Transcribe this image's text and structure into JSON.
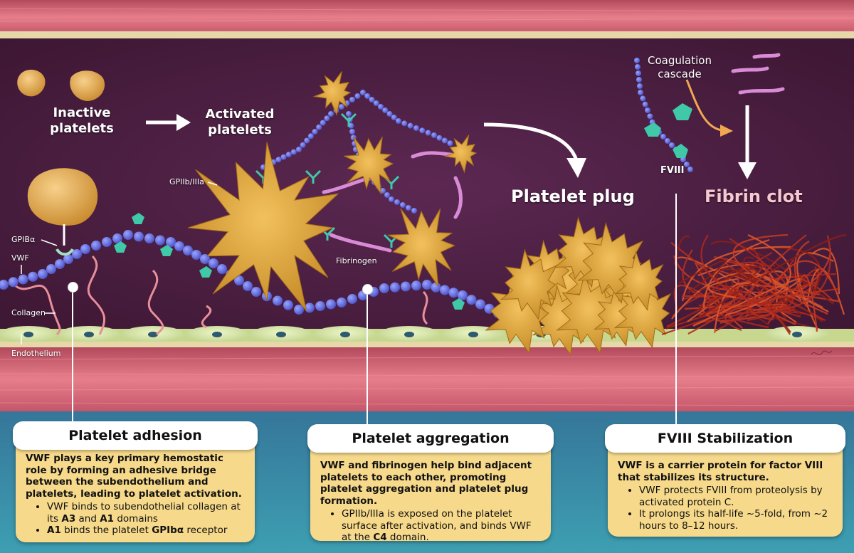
{
  "labels": {
    "inactive": "Inactive\nplatelets",
    "activated": "Activated\nplatelets",
    "coagulation": "Coagulation\ncascade",
    "gpiib": "GPIIb/IIIa",
    "gpib": "GPIBα",
    "vwf": "VWF",
    "collagen": "Collagen",
    "endothelium": "Endothelium",
    "fibrinogen": "Fibrinogen",
    "fviii": "FVIII",
    "plug": "Platelet plug",
    "fibrin": "Fibrin clot"
  },
  "panels": {
    "adhesion": {
      "title": "Platelet adhesion",
      "lead": "VWF plays a key primary hemostatic role by forming an adhesive bridge between the subendothelium and platelets, leading to platelet activation.",
      "b1_pre": "VWF binds to subendothelial collagen at its ",
      "b1_a3": "A3",
      "b1_and": " and ",
      "b1_a1": "A1",
      "b1_post": " domains",
      "b2_a1": "A1",
      "b2_mid": " binds the platelet ",
      "b2_gp": "GPIbα",
      "b2_post": " receptor"
    },
    "aggregation": {
      "title": "Platelet aggregation",
      "lead": "VWF and fibrinogen help bind adjacent platelets to each other, promoting platelet aggregation and platelet plug formation.",
      "b1_pre": "GPIIb/IIIa is exposed on the platelet surface after activation, and binds VWF at the ",
      "b1_c4": "C4",
      "b1_post": " domain."
    },
    "stabilization": {
      "title": "FVIII Stabilization",
      "lead": "VWF is a carrier protein for factor VIII that stabilizes its structure.",
      "b1": "VWF protects FVIII from proteolysis by activated protein C.",
      "b2": "It prolongs its half-life ~5-fold, from ~2 hours to 8–12 hours."
    }
  },
  "colors": {
    "lumen": "#4a1f45",
    "vessel_wall": "#d96a78",
    "platelet": "#e0a948",
    "vwf": "#5a63d6",
    "fibrinogen": "#d98bd6",
    "fviii": "#3fc9a8",
    "panel": "#f6d98a",
    "fibrin": "#a8281e"
  }
}
